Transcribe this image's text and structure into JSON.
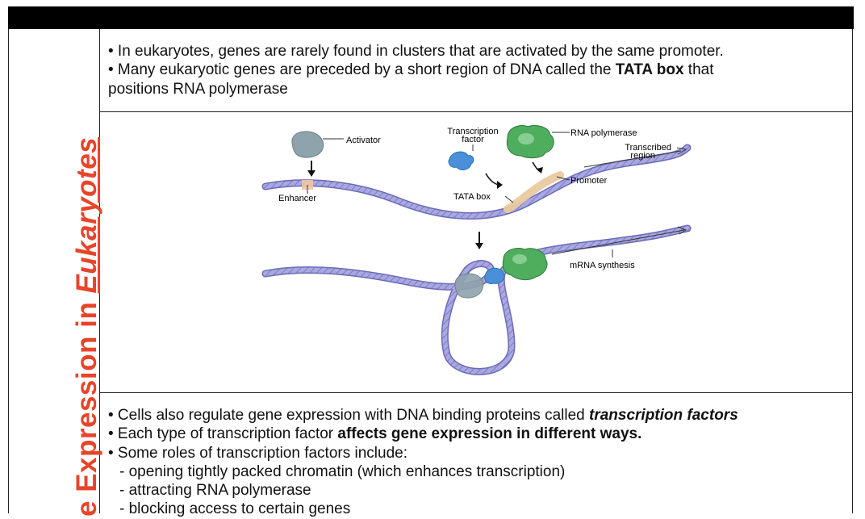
{
  "side_title": {
    "plain": "e Expression in ",
    "emph": "Eukaryotes"
  },
  "intro": {
    "line1": "• In eukaryotes, genes are rarely found in clusters that are activated by the same promoter.",
    "line2_a": "• Many eukaryotic genes are preceded by a short region of DNA called the ",
    "line2_b": "TATA box",
    "line2_c": " that",
    "line3": "positions RNA polymerase"
  },
  "diagram": {
    "activator": "Activator",
    "tf_1": "Transcription",
    "tf_2": "factor",
    "rnap": "RNA polymerase",
    "tr_1": "Transcribed",
    "tr_2": "region",
    "enhancer": "Enhancer",
    "tata": "TATA box",
    "promoter": "Promoter",
    "mrna": "mRNA synthesis"
  },
  "body": {
    "l1_a": "• Cells also regulate gene expression with DNA binding proteins called ",
    "l1_b": "transcription factors",
    "l2_a": "• Each type of transcription factor ",
    "l2_b": "affects gene expression in different ways.",
    "l3": "• Some roles of transcription factors include:",
    "l4": "- opening tightly packed chromatin (which enhances transcription)",
    "l5": "- attracting RNA polymerase",
    "l6": "- blocking access to certain genes"
  },
  "colors": {
    "title": "#e8442a",
    "dna": "#9b9ad6",
    "activator": "#8fa3ad",
    "tf": "#4a90d9",
    "rnap": "#3f9a4f",
    "tata": "#e9c9a0"
  }
}
